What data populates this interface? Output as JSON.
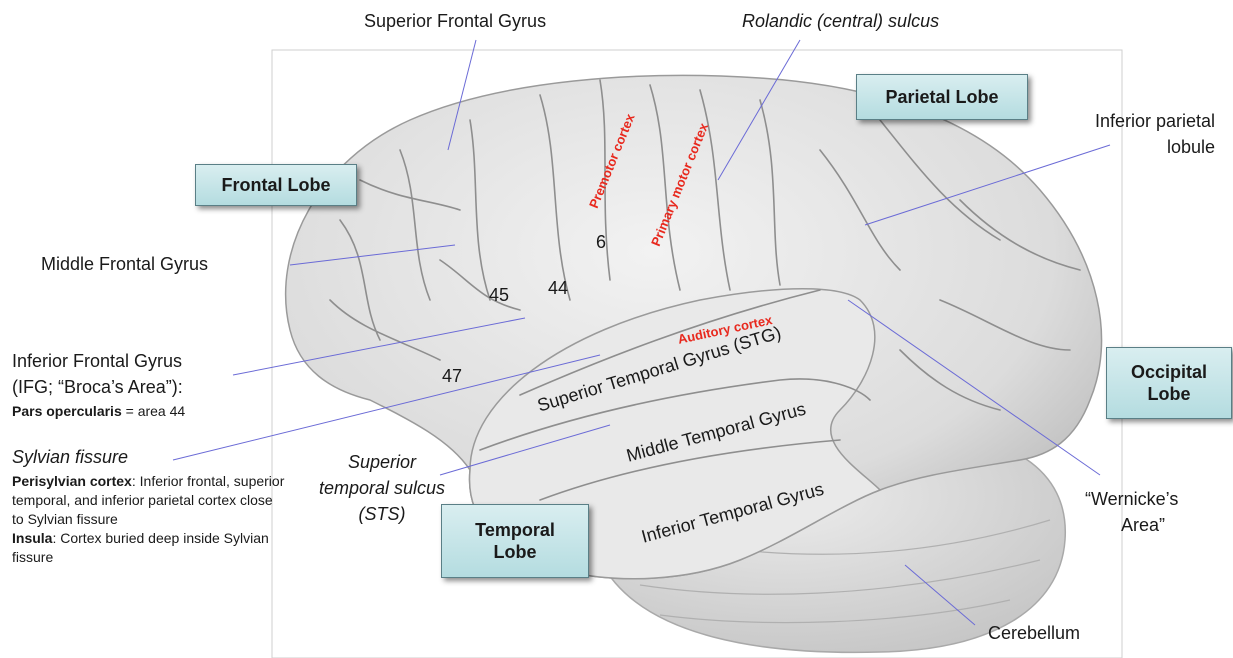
{
  "labels": {
    "superior_frontal_gyrus": "Superior Frontal Gyrus",
    "rolandic_sulcus": "Rolandic (central) sulcus",
    "inferior_parietal_line1": "Inferior parietal",
    "inferior_parietal_line2": "lobule",
    "middle_frontal_gyrus": "Middle Frontal Gyrus",
    "ifg_line1": "Inferior Frontal Gyrus",
    "ifg_line2": "(IFG; “Broca’s Area”):",
    "pars_opercularis_bold": "Pars opercularis",
    "pars_opercularis_rest": " = area 44",
    "sylvian_fissure": "Sylvian fissure",
    "perisylvian_bold": "Perisylvian cortex",
    "perisylvian_rest": ": Inferior frontal, superior temporal, and inferior parietal cortex close to Sylvian fissure",
    "insula_bold": "Insula",
    "insula_rest": ": Cortex buried deep inside Sylvian fissure",
    "sts_line1": "Superior",
    "sts_line2": "temporal sulcus",
    "sts_line3": "(STS)",
    "wernicke_line1": "“Wernicke’s",
    "wernicke_line2": "Area”",
    "cerebellum": "Cerebellum",
    "stg": "Superior Temporal Gyrus (STG)",
    "mtg": "Middle Temporal Gyrus",
    "itg": "Inferior Temporal Gyrus"
  },
  "lobes": {
    "frontal": "Frontal Lobe",
    "parietal": "Parietal Lobe",
    "occipital_line1": "Occipital",
    "occipital_line2": "Lobe",
    "temporal_line1": "Temporal",
    "temporal_line2": "Lobe"
  },
  "areas": {
    "premotor": "Premotor cortex",
    "primary_motor": "Primary motor cortex",
    "auditory": "Auditory cortex",
    "ba6": "6",
    "ba44": "44",
    "ba45": "45",
    "ba47": "47"
  },
  "colors": {
    "callout_line": "#6b6bd6",
    "lobe_box": "#c6e6ea",
    "area_red": "#e8291e",
    "brain_fill": "#e4e4e4"
  }
}
